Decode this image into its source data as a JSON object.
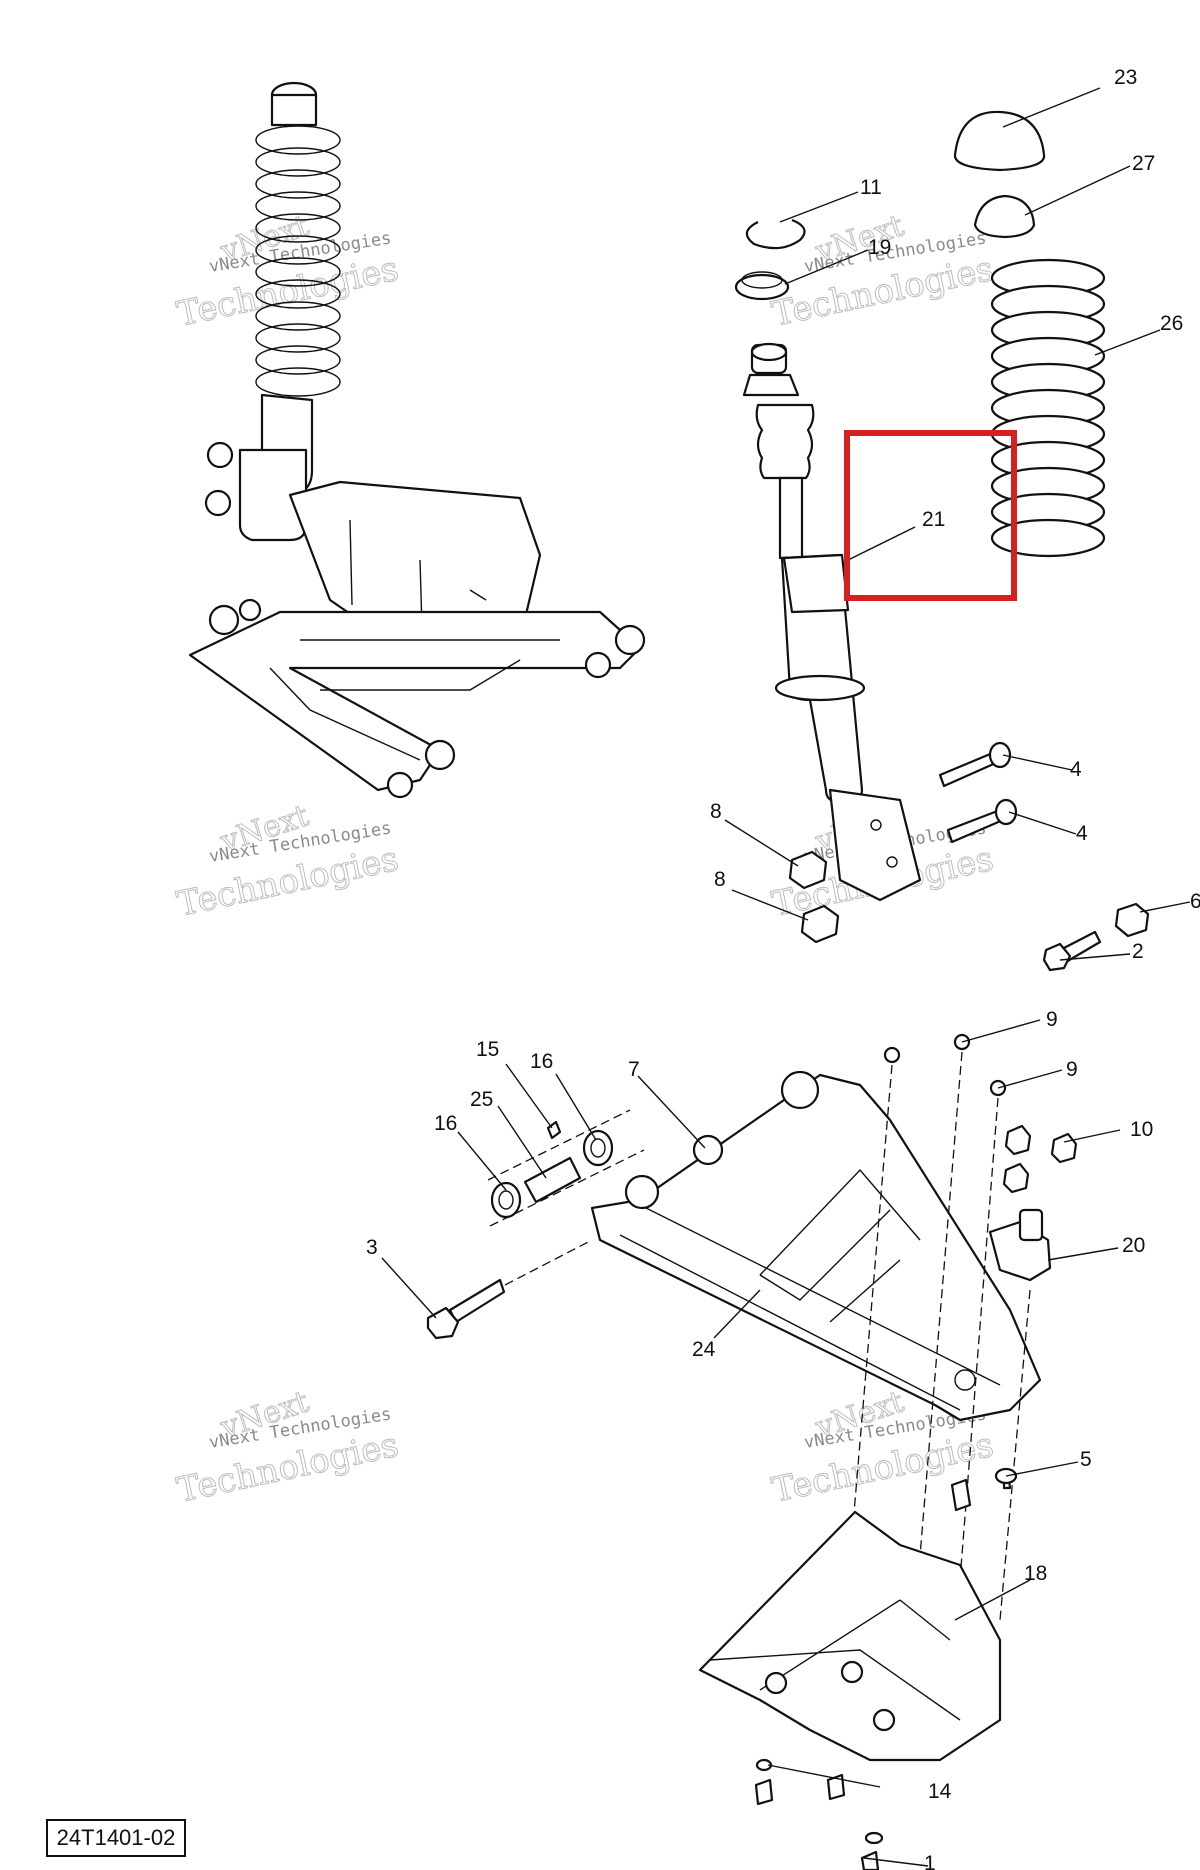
{
  "diagram": {
    "reference_code": "24T1401-02",
    "watermark_brand": "vNext",
    "watermark_line1": "vNext Technologies",
    "watermark_line2": "Technologies",
    "highlighted_callout": "21",
    "callouts": {
      "c1": "1",
      "c2": "2",
      "c3": "3",
      "c4a": "4",
      "c4b": "4",
      "c5": "5",
      "c6": "6",
      "c7": "7",
      "c8a": "8",
      "c8b": "8",
      "c9a": "9",
      "c9b": "9",
      "c10": "10",
      "c11": "11",
      "c14": "14",
      "c15": "15",
      "c16a": "16",
      "c16b": "16",
      "c18": "18",
      "c19": "19",
      "c20": "20",
      "c21": "21",
      "c23": "23",
      "c24": "24",
      "c25": "25",
      "c26": "26",
      "c27": "27"
    },
    "colors": {
      "highlight": "#d62020",
      "line": "#111111"
    }
  }
}
